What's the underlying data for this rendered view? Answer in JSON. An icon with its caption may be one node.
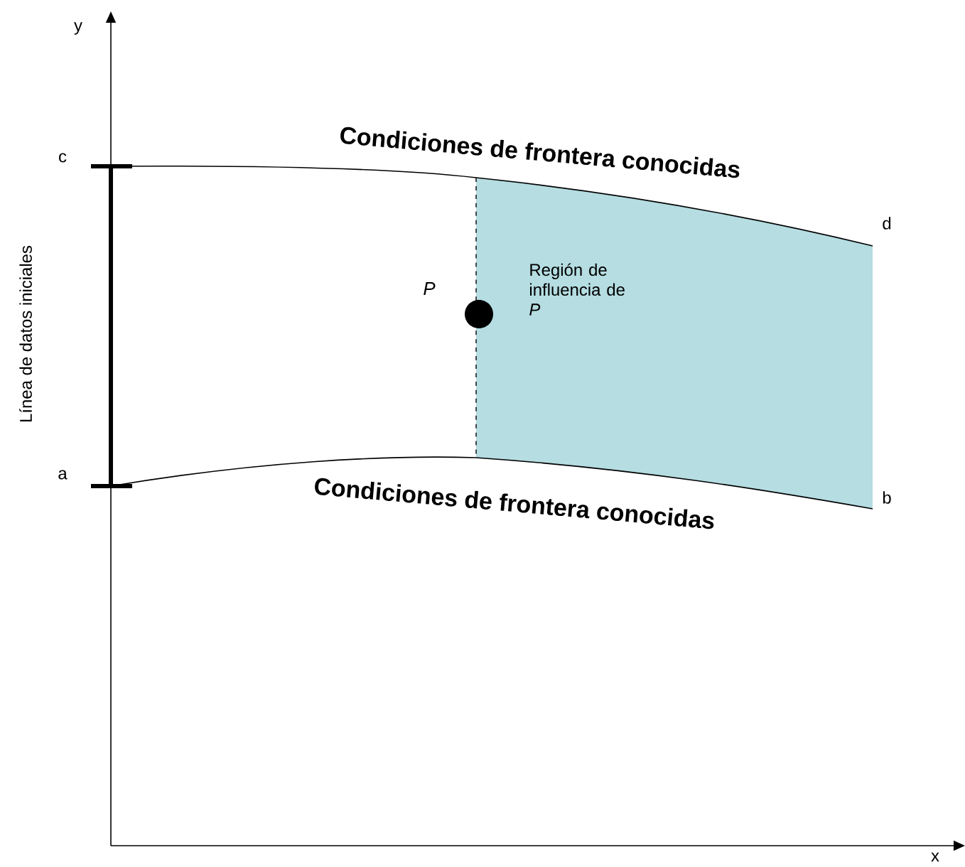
{
  "diagram": {
    "nodes": [
      {
        "text": [
          "Región de influencia de *P*"
        ]
      }
    ],
    "labels": [
      "y",
      "c",
      "Condiciones de frontera conocidas",
      "d",
      "P",
      "Línea de datos iniciales",
      "a",
      "Condiciones de frontera conocidas",
      "b",
      "x"
    ]
  }
}
